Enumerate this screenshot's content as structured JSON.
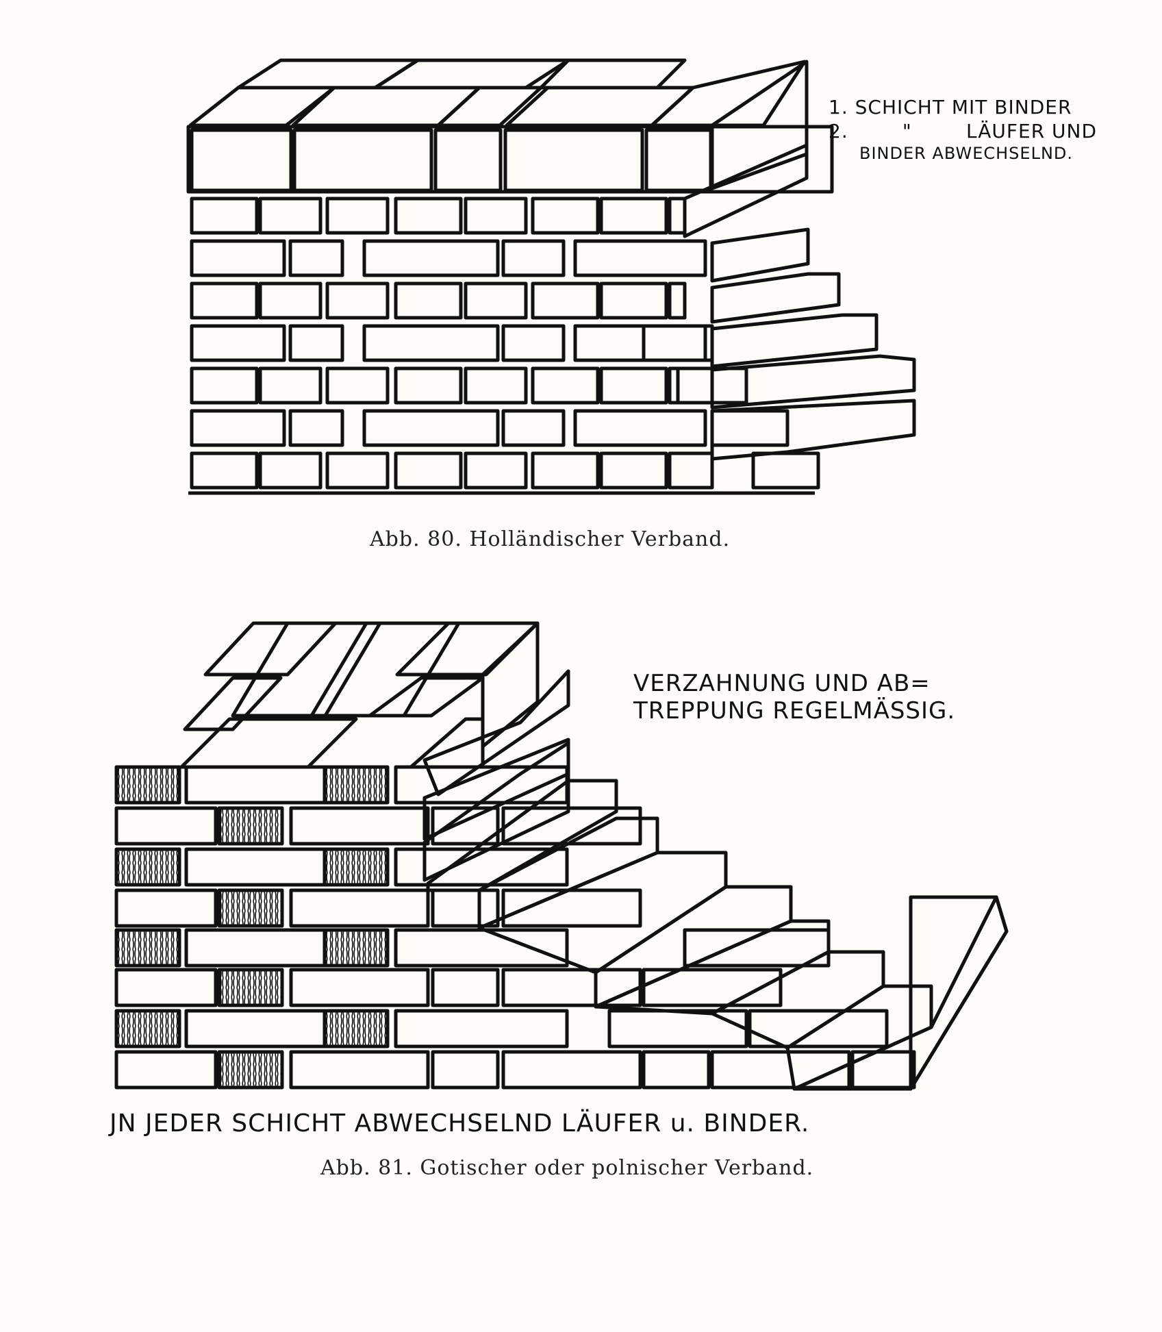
{
  "figure_80": {
    "annotation": {
      "line1": "1. SCHICHT MIT BINDER",
      "line2": "2.        \"        LÄUFER UND",
      "line3": "BINDER ABWECHSELND."
    },
    "caption": "Abb. 80. Holländischer Verband."
  },
  "figure_81": {
    "annotation": {
      "line1": "VERZAHNUNG UND AB=",
      "line2": "TREPPUNG REGELMÄSSIG."
    },
    "bottom_note": "JN JEDER SCHICHT ABWECHSELND LÄUFER u. BINDER.",
    "caption": "Abb. 81. Gotischer oder polnischer Verband."
  },
  "colors": {
    "ink": "#111111",
    "paper": "#fdfcf8"
  }
}
